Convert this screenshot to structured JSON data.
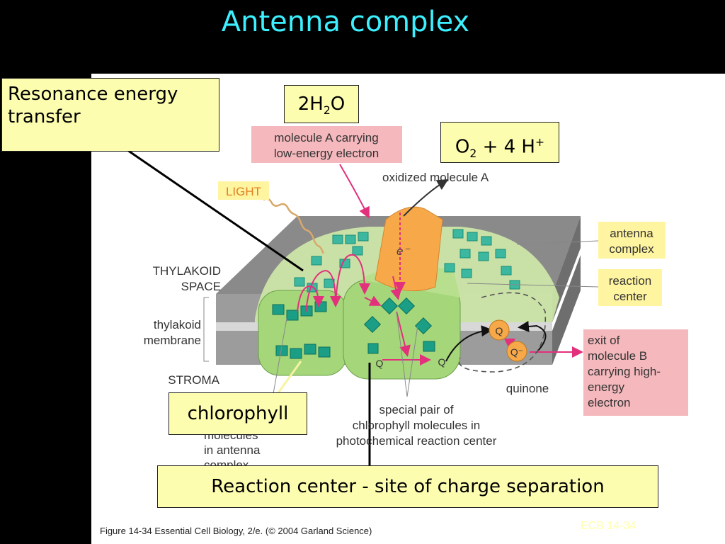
{
  "title": "Antenna complex",
  "callouts": {
    "resonance": "Resonance energy transfer",
    "water": {
      "prefix": "2H",
      "sub": "2",
      "suffix": "O"
    },
    "oxygen": {
      "prefix": "O",
      "sub": "2",
      "middle": " + 4 H",
      "sup": "+"
    },
    "chlorophyll": "chlorophyll",
    "reaction_center": "Reaction center - site of charge separation"
  },
  "figure_labels": {
    "molecule_a_line1": "molecule A carrying",
    "molecule_a_line2": "low-energy electron",
    "oxidized": "oxidized molecule A",
    "light": "LIGHT",
    "electron": "e⁻",
    "thylakoid_space_1": "THYLAKOID",
    "thylakoid_space_2": "SPACE",
    "membrane_1": "thylakoid",
    "membrane_2": "membrane",
    "stroma": "STROMA",
    "antenna_1": "antenna",
    "antenna_2": "complex",
    "reaction_1": "reaction",
    "reaction_2": "center",
    "q": "Q",
    "q_minus": "Q⁻",
    "quinone": "quinone",
    "exit_1": "exit of",
    "exit_2": "molecule B",
    "exit_3": "carrying high-",
    "exit_4": "energy",
    "exit_5": "electron",
    "special_1": "special pair of",
    "special_2": "chlorophyll molecules in",
    "special_3": "photochemical reaction center",
    "chl_mol_1": "molecules",
    "chl_mol_2": "in antenna",
    "chl_mol_3": "complex"
  },
  "caption": "Figure 14-34  Essential Cell Biology, 2/e. (© 2004 Garland Science)",
  "slide_code": "ECB 14-34",
  "colors": {
    "title": "#3cf0ff",
    "callout_bg": "#fdfdb0",
    "pink_label": "#f4b8bd",
    "yellow_label": "#fff4a0",
    "chlorophyll": "#1a9e86",
    "complex_green": "#a5d67a",
    "orange": "#f7a94a",
    "arrow_pink": "#e2307c"
  }
}
